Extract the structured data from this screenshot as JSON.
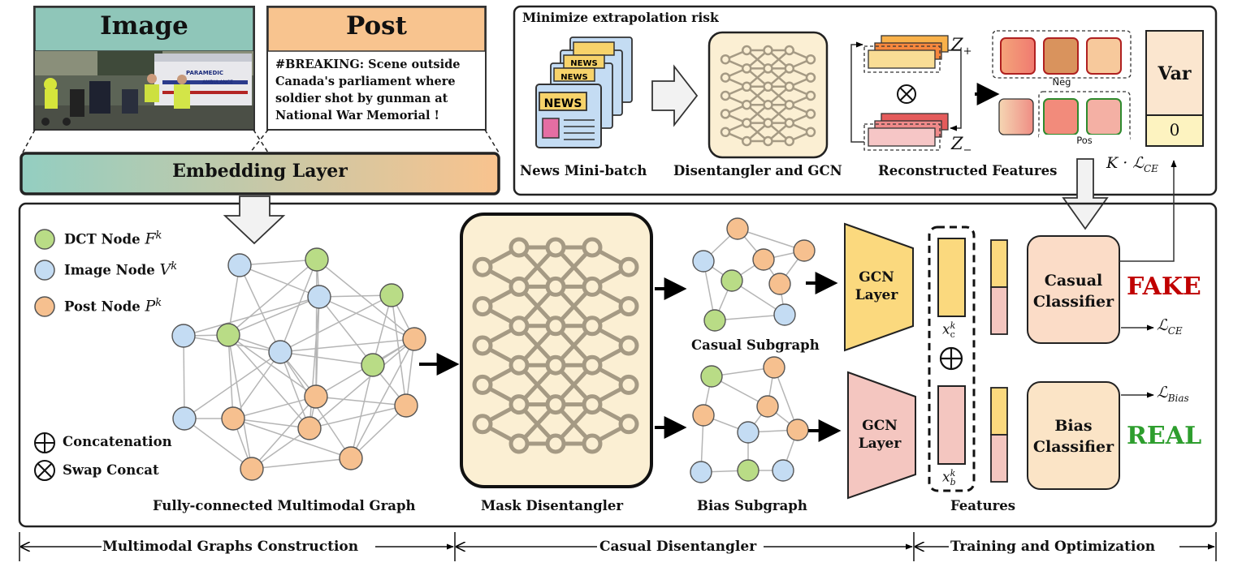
{
  "top_left": {
    "image_title": "Image",
    "post_title": "Post",
    "post_text": "#BREAKING: Scene outside Canada's parliament where soldier shot by gunman at National War Memorial !",
    "photo_sign": "PARAMEDIC",
    "photo_sign2": "AMBULANCE",
    "embedding_label": "Embedding Layer"
  },
  "risk_panel": {
    "title": "Minimize extrapolation risk",
    "news_word": "NEWS",
    "news_caption": "News Mini-batch",
    "gcn_caption": "Disentangler and GCN",
    "recon_caption": "Reconstructed Features",
    "z_plus": "Z",
    "z_plus_sub": "+",
    "z_minus": "Z",
    "z_minus_sub": "−",
    "swap_symbol": "⊗",
    "neg_label": "Neg",
    "pos_label": "Pos",
    "var_title": "Var",
    "var_value": "0",
    "k_loss": "K · ℒ",
    "k_loss_sub": "CE"
  },
  "legend": {
    "dct": "DCT Node",
    "dct_math": "F",
    "dct_sup": "k",
    "image": "Image Node",
    "image_math": "V",
    "image_sup": "k",
    "post": "Post Node",
    "post_math": "P",
    "post_sup": "k",
    "concat": "Concatenation",
    "swap": "Swap Concat"
  },
  "captions": {
    "graph": "Fully-connected Multimodal Graph",
    "mask": "Mask Disentangler",
    "casual_sub": "Casual Subgraph",
    "bias_sub": "Bias Subgraph",
    "features": "Features",
    "gcn1": "GCN Layer",
    "gcn2": "GCN Layer",
    "xc": "x",
    "xc_sup": "k",
    "xc_sub": "c",
    "xb": "x",
    "xb_sup": "k",
    "xb_sub": "b",
    "casual_classifier": "Casual Classifier",
    "bias_classifier": "Bias Classifier",
    "fake": "FAKE",
    "real": "REAL",
    "l_ce": "ℒ",
    "l_ce_sub": "CE",
    "l_bias": "ℒ",
    "l_bias_sub": "Bias",
    "concat_symbol": "⊕"
  },
  "sections": {
    "s1": "Multimodal Graphs Construction",
    "s2": "Casual Disentangler",
    "s3": "Training and Optimization"
  },
  "colors": {
    "dct_node": "#b9dc86",
    "image_node": "#c4dcf3",
    "post_node": "#f6c08f",
    "image_header": "#8fc6b9",
    "post_header": "#f8c48f",
    "fake": "#c00000",
    "real": "#2e9e2e",
    "panel_fill": "#fbefd3"
  }
}
